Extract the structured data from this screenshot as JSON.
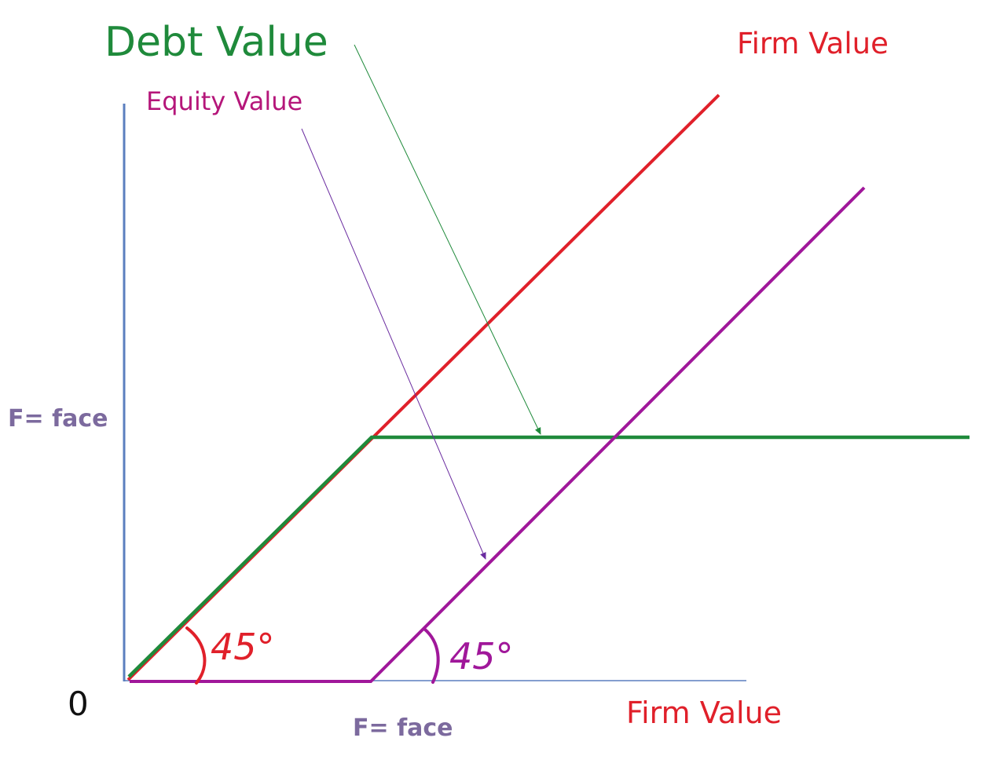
{
  "labels": {
    "debt_value": "Debt Value",
    "firm_value_top": "Firm Value",
    "equity_value": "Equity Value",
    "f_face_y": "F= face",
    "origin": "0",
    "f_face_x": "F= face",
    "firm_value_x": "Firm Value"
  },
  "angle_labels": {
    "left": "45°",
    "right": "45°"
  },
  "colors": {
    "debt": "#1f8a3b",
    "firm": "#e0202a",
    "equity": "#a0179a",
    "equity_text": "#b5167a",
    "face_text": "#7c6a9e",
    "axis": "#5b7fbf",
    "text_black": "#111111"
  }
}
